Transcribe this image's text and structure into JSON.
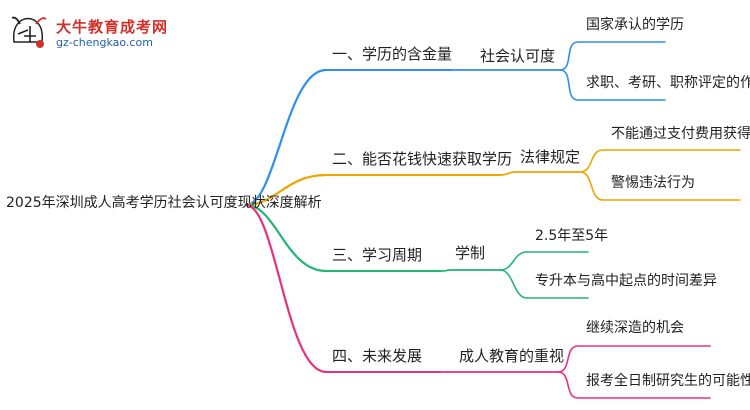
{
  "logo": {
    "title": "大牛教育成考网",
    "url": "gz-chengkao.com"
  },
  "root": {
    "label": "2025年深圳成人高考学历社会认可度现状深度解析"
  },
  "branches": [
    {
      "label": "一、学历的含金量",
      "color": "#2f8ff0",
      "child": {
        "label": "社会认可度",
        "leaves": [
          "国家承认的学历",
          "求职、考研、职称评定的作用"
        ]
      }
    },
    {
      "label": "二、能否花钱快速获取学历",
      "color": "#f0a500",
      "child": {
        "label": "法律规定",
        "leaves": [
          "不能通过支付费用获得学历",
          "警惕违法行为"
        ]
      }
    },
    {
      "label": "三、学习周期",
      "color": "#22b573",
      "child": {
        "label": "学制",
        "leaves": [
          "2.5年至5年",
          "专升本与高中起点的时间差异"
        ]
      }
    },
    {
      "label": "四、未来发展",
      "color": "#e8317a",
      "child": {
        "label": "成人教育的重视",
        "leaves": [
          "继续深造的机会",
          "报考全日制研究生的可能性"
        ]
      }
    }
  ]
}
